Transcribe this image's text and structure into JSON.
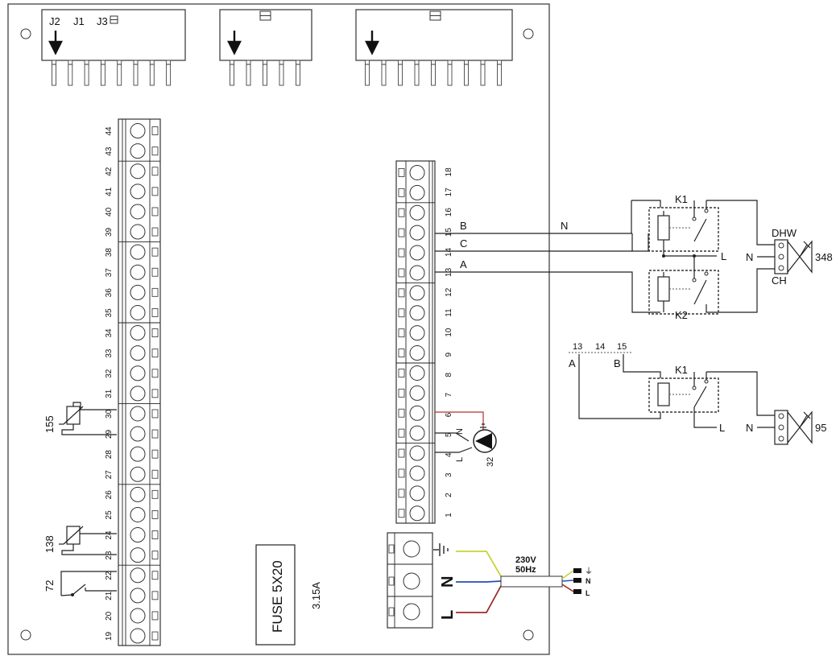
{
  "connectors": {
    "j2": "J2",
    "j1": "J1",
    "j3": "J3"
  },
  "left_terminals": {
    "numbers": [
      "44",
      "43",
      "42",
      "41",
      "40",
      "39",
      "38",
      "37",
      "36",
      "35",
      "34",
      "33",
      "32",
      "31",
      "30",
      "29",
      "28",
      "27",
      "26",
      "25",
      "24",
      "23",
      "22",
      "21",
      "20",
      "19"
    ]
  },
  "right_terminals": {
    "numbers": [
      "18",
      "17",
      "16",
      "15",
      "14",
      "13",
      "12",
      "11",
      "10",
      "9",
      "8",
      "7",
      "6",
      "5",
      "4",
      "3",
      "2",
      "1"
    ]
  },
  "components": {
    "sensor_155": "155",
    "sensor_138": "138",
    "switch_72": "72",
    "pump": "32",
    "valve_348": "348",
    "valve_95": "95"
  },
  "fuse": {
    "label": "FUSE 5X20",
    "rating": "3.15A"
  },
  "mains": {
    "voltage": "230V",
    "frequency": "50Hz",
    "ground_symbol": "⏚",
    "n": "N",
    "l": "L"
  },
  "wires": {
    "a": "A",
    "b": "B",
    "c": "C",
    "n": "N",
    "l": "L"
  },
  "relays": {
    "k1": "K1",
    "k2": "K2"
  },
  "valve_ports": {
    "dhw": "DHW",
    "ch": "CH"
  },
  "relay_terminals": {
    "t13": "13",
    "t14": "14",
    "t15": "15"
  }
}
